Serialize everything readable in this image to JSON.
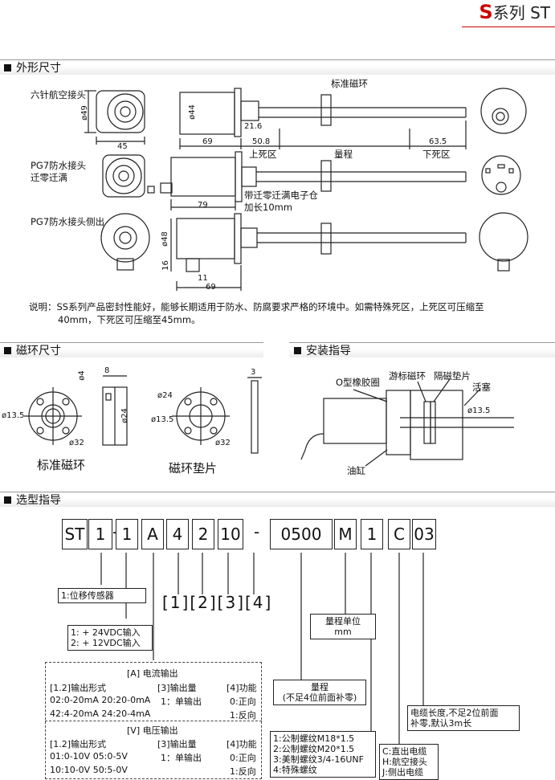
{
  "brand": {
    "s": "S",
    "rest": "系列 ST"
  },
  "sections": {
    "dimensions": "外形尺寸",
    "ring_size": "磁环尺寸",
    "install": "安装指导",
    "selection": "选型指导"
  },
  "dimensions": {
    "row1_label": "六针航空接头",
    "row2_label_1": "PG7防水接头",
    "row2_label_2": "迁零迁满",
    "row3_label": "PG7防水接头侧出",
    "d49": "ø49",
    "w45": "45",
    "d44": "ø44",
    "w69": "69",
    "w21_6": "21.6",
    "w50_8": "50.8",
    "w63_5": "63.5",
    "std_ring": "标准磁环",
    "upper_dead": "上死区",
    "range": "量程",
    "lower_dead": "下死区",
    "w79": "79",
    "note_elec_1": "带迁零迁满电子仓",
    "note_elec_2": "加长10mm",
    "d48": "ø48",
    "h16": "16",
    "w11": "11",
    "w69b": "69"
  },
  "description": {
    "line1": "说明：SS系列产品密封性能好，能够长期适用于防水、防腐要求严格的环境中。如需特殊死区，上死区可压缩至",
    "line2": "40mm，下死区可压缩至45mm。"
  },
  "ring": {
    "d4": "ø4",
    "w8": "8",
    "d13_5": "ø13.5",
    "d24": "ø24",
    "d32": "ø32",
    "d24b": "ø24",
    "d13_5b": "ø13.5",
    "d32b": "ø32",
    "w3": "3",
    "caption_std": "标准磁环",
    "caption_pad": "磁环垫片"
  },
  "install": {
    "o_ring": "O型橡胶圈",
    "float_ring": "游标磁环",
    "spacer": "隔磁垫片",
    "piston": "活塞",
    "d13_5": "ø13.5",
    "cylinder": "油缸"
  },
  "selection": {
    "code_boxes": [
      "ST",
      "1",
      "1",
      "A",
      "4",
      "2",
      "10",
      "0500",
      "M",
      "1",
      "C",
      "03"
    ],
    "separators": [
      "-",
      "-"
    ],
    "bracket_labels": "[1][2][3][4]",
    "b1": "1:位移传感器",
    "b2_1": "1: + 24VDC输入",
    "b2_2": "2: + 12VDC输入",
    "unit_title": "量程单位",
    "unit_val": "mm",
    "range_title": "量程",
    "range_note": "(不足4位前面补零)",
    "cable_1": "电缆长度,不足2位前面",
    "cable_2": "补零,默认3m长",
    "thread_1": "1:公制螺纹M18*1.5",
    "thread_2": "2:公制螺纹M20*1.5",
    "thread_3": "3:美制螺纹3/4-16UNF",
    "thread_4": "4:特殊螺纹",
    "out_c": "C:直出电缆",
    "out_h": "H:航空接头",
    "out_j": "J:侧出电缆",
    "current_title": "[A] 电流输出",
    "current_h1": "[1.2]输出形式",
    "current_h2": "[3]输出量",
    "current_h3": "[4]功能",
    "current_r1c1": "02:0-20mA 20:20-0mA",
    "current_r1c2": "1：单输出",
    "current_r1c3": "0:正向",
    "current_r2c1": "42:4-20mA 24:20-4mA",
    "current_r2c3": "1:反向",
    "voltage_title": "[V] 电压输出",
    "voltage_h1": "[1.2]输出形式",
    "voltage_h2": "[3]输出量",
    "voltage_h3": "[4]功能",
    "voltage_r1c1": "01:0-10V 05:0-5V",
    "voltage_r1c2": "1：单输出",
    "voltage_r1c3": "0:正向",
    "voltage_r2c1": "10:10-0V 50:5-0V",
    "voltage_r2c3": "1:反向"
  }
}
